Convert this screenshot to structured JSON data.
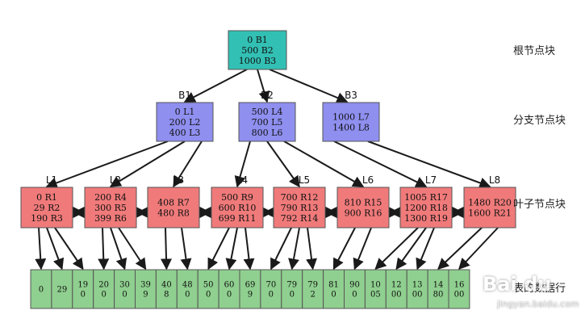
{
  "labels": {
    "root": "根节点块",
    "branch": "分支节点块",
    "leaf": "叶子节点块",
    "data": "表的数据行"
  },
  "colors": {
    "root": "#33c0b4",
    "branch": "#8f8ff0",
    "leaf": "#f07a7a",
    "data": "#8fcf8f",
    "line": "#1a1a1a"
  },
  "root": {
    "lines": [
      "0 B1",
      "500 B2",
      "1000 B3"
    ]
  },
  "branches": [
    {
      "name": "B1",
      "lines": [
        "0 L1",
        "200 L2",
        "400 L3"
      ]
    },
    {
      "name": "B2",
      "lines": [
        "500 L4",
        "700 L5",
        "800 L6"
      ]
    },
    {
      "name": "B3",
      "lines": [
        "1000 L7",
        "1400 L8"
      ]
    }
  ],
  "leaves": [
    {
      "name": "L1",
      "lines": [
        "0 R1",
        "29 R2",
        "190 R3"
      ]
    },
    {
      "name": "L2",
      "lines": [
        "200 R4",
        "300 R5",
        "399 R6"
      ]
    },
    {
      "name": "L3",
      "lines": [
        "408 R7",
        "480 R8"
      ]
    },
    {
      "name": "L4",
      "lines": [
        "500 R9",
        "600 R10",
        "699 R11"
      ]
    },
    {
      "name": "L5",
      "lines": [
        "700 R12",
        "790 R13",
        "792 R14"
      ]
    },
    {
      "name": "L6",
      "lines": [
        "810 R15",
        "900 R16"
      ]
    },
    {
      "name": "L7",
      "lines": [
        "1005 R17",
        "1200 R18",
        "1300 R19"
      ]
    },
    {
      "name": "L8",
      "lines": [
        "1480 R20",
        "1600 R21"
      ]
    }
  ],
  "rows": [
    [
      "0"
    ],
    [
      "29"
    ],
    [
      "19",
      "0"
    ],
    [
      "20",
      "0"
    ],
    [
      "30",
      "0"
    ],
    [
      "39",
      "9"
    ],
    [
      "40",
      "8"
    ],
    [
      "48",
      "0"
    ],
    [
      "50",
      "0"
    ],
    [
      "60",
      "0"
    ],
    [
      "69",
      "9"
    ],
    [
      "70",
      "0"
    ],
    [
      "79",
      "0"
    ],
    [
      "79",
      "2"
    ],
    [
      "81",
      "0"
    ],
    [
      "90",
      "0"
    ],
    [
      "10",
      "05"
    ],
    [
      "12",
      "00"
    ],
    [
      "13",
      "00"
    ],
    [
      "14",
      "80"
    ],
    [
      "16",
      "00"
    ]
  ],
  "watermark": {
    "brand": "Bai du",
    "url": "jingyan.baidu.com"
  }
}
